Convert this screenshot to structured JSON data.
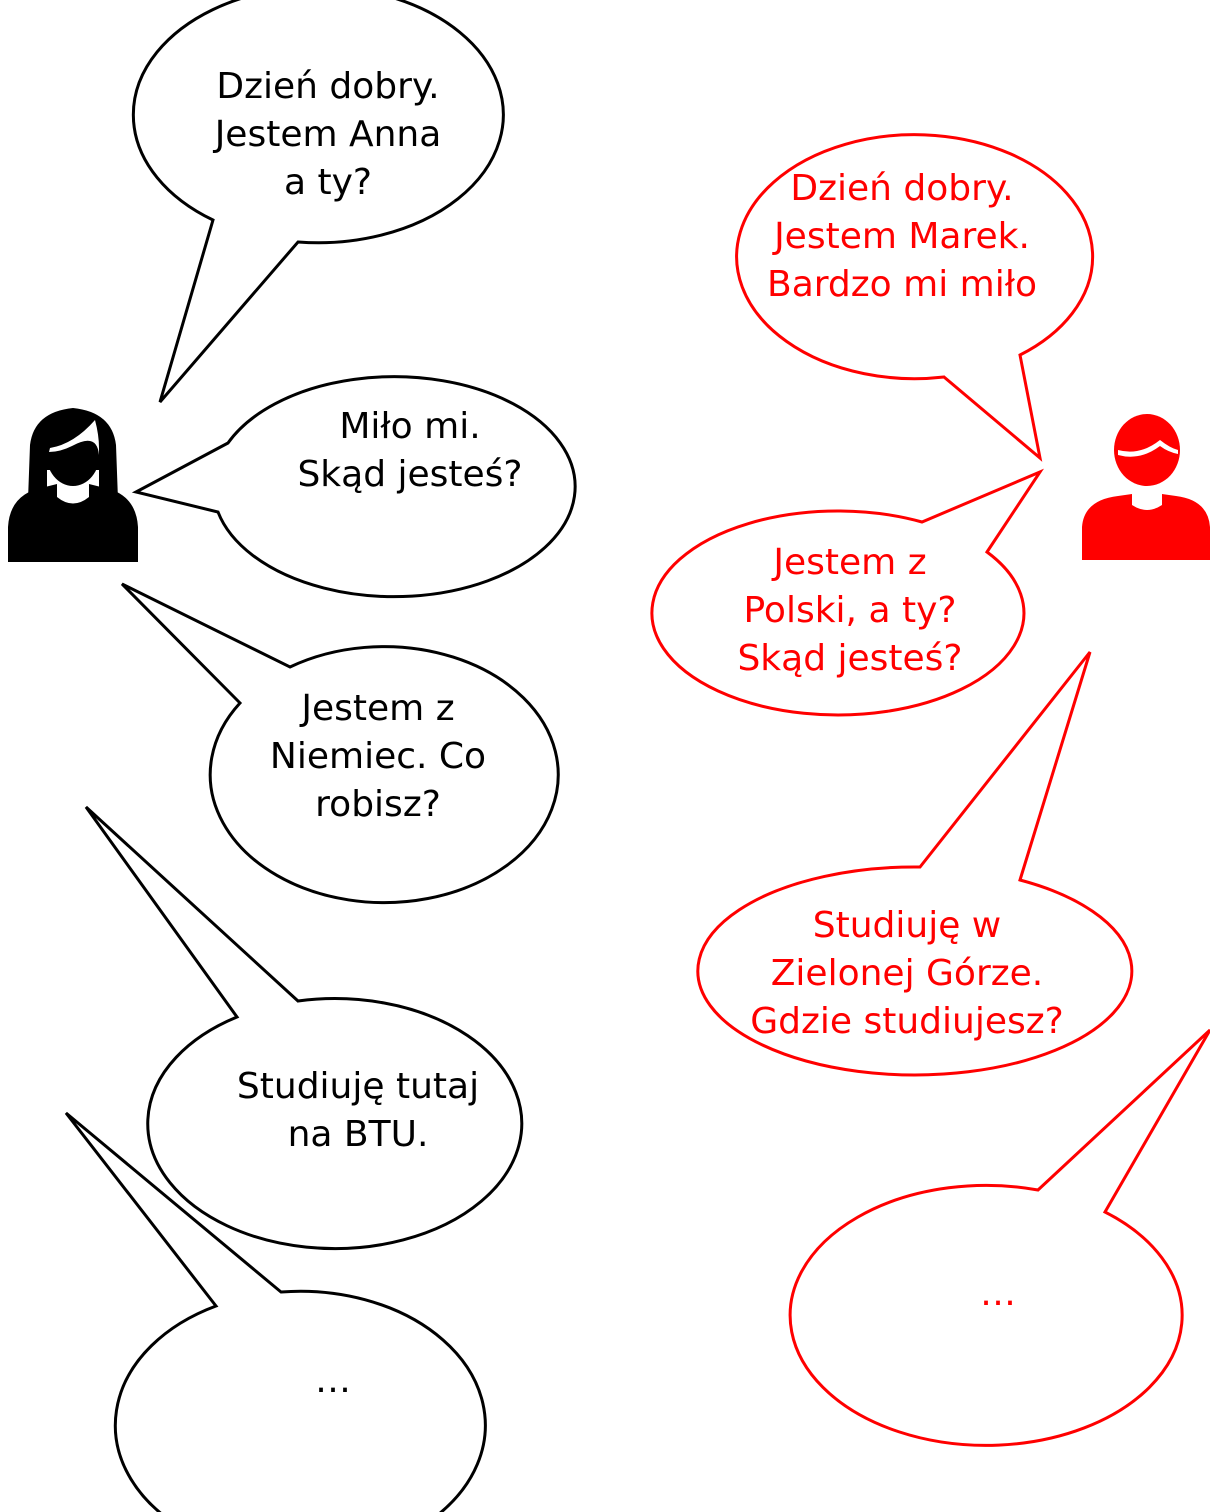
{
  "colors": {
    "person_a": "#000000",
    "person_b": "#ff0000",
    "background": "#ffffff"
  },
  "icons": {
    "person_a": "woman-user-icon",
    "person_b": "man-user-icon"
  },
  "person_a": {
    "bubbles": [
      {
        "lines": [
          "Dzień dobry.",
          "Jestem Anna",
          "a ty?"
        ]
      },
      {
        "lines": [
          "Miło mi.",
          "Skąd jesteś?"
        ]
      },
      {
        "lines": [
          "Jestem z",
          "Niemiec. Co",
          "robisz?"
        ]
      },
      {
        "lines": [
          "Studiuję tutaj",
          "na BTU."
        ]
      },
      {
        "lines": [
          "…"
        ]
      }
    ]
  },
  "person_b": {
    "bubbles": [
      {
        "lines": [
          "Dzień dobry.",
          "Jestem Marek.",
          "Bardzo mi miło"
        ]
      },
      {
        "lines": [
          "Jestem z",
          "Polski, a ty?",
          "Skąd jesteś?"
        ]
      },
      {
        "lines": [
          "Studiuję w",
          "Zielonej Górze.",
          "Gdzie studiujesz?"
        ]
      },
      {
        "lines": [
          "…"
        ]
      }
    ]
  }
}
